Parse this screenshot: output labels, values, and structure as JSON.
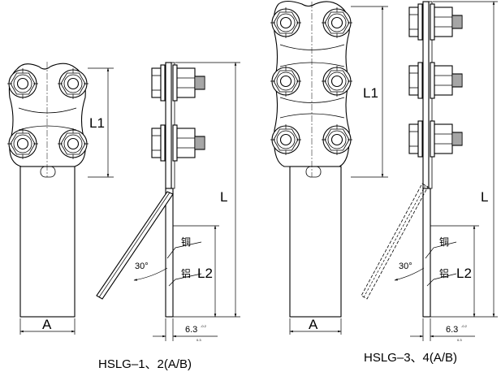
{
  "left_model": {
    "caption": "HSLG–1、2(A/B)",
    "dim_width": "A",
    "dim_bolt_span": "L1",
    "dim_length": "L",
    "dim_al_length": "L2",
    "angle": "30°",
    "label_copper": "铜",
    "label_aluminum": "铝",
    "thickness": "6.3",
    "tol_upper": "-0.2",
    "tol_lower": "0.3"
  },
  "right_model": {
    "caption": "HSLG–3、4(A/B)",
    "dim_width": "A",
    "dim_bolt_span": "L1",
    "dim_length": "L",
    "dim_al_length": "L2",
    "angle": "30°",
    "label_copper": "铜",
    "label_aluminum": "铝",
    "thickness": "6.3",
    "tol_upper": "-0.2",
    "tol_lower": "0.3"
  }
}
